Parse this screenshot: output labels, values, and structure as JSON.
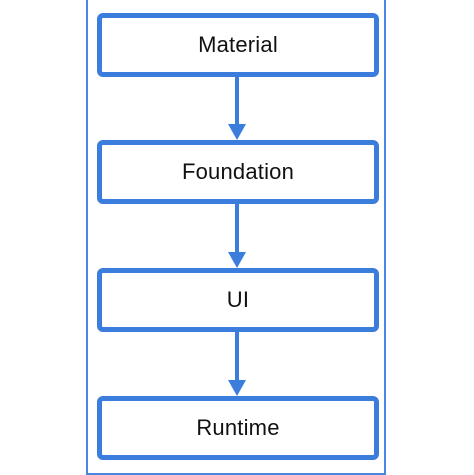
{
  "diagram": {
    "layers": [
      {
        "label": "Material"
      },
      {
        "label": "Foundation"
      },
      {
        "label": "UI"
      },
      {
        "label": "Runtime"
      }
    ],
    "colors": {
      "box_border": "#3b7ddd",
      "frame_border": "#4a86e8",
      "arrow": "#3b7ddd",
      "text": "#111111",
      "background": "#ffffff"
    }
  }
}
